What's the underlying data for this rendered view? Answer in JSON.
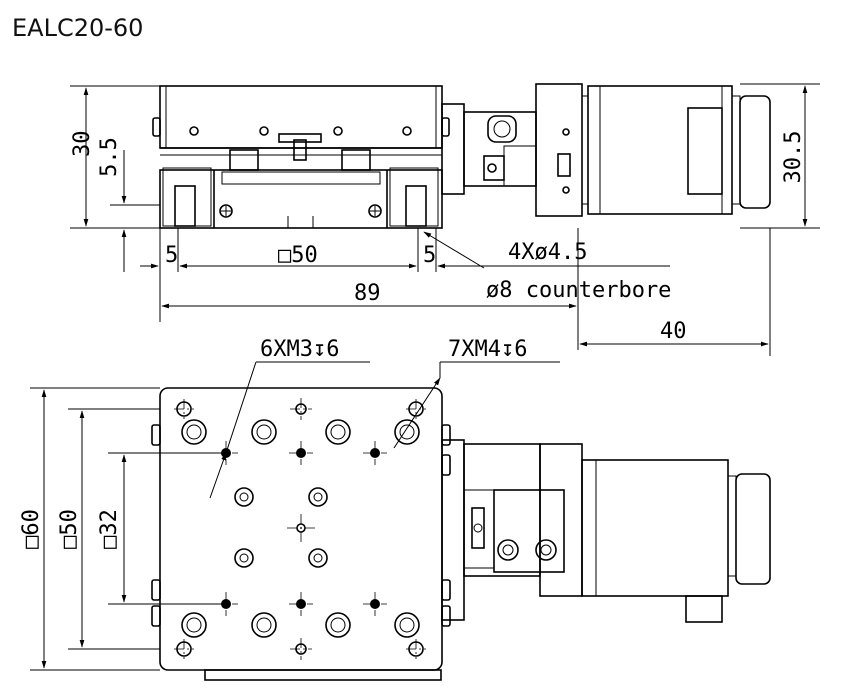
{
  "drawing": {
    "title": "EALC20-60",
    "front_view": {
      "dim_height": "30",
      "dim_carriage": "5.5",
      "dim_motor_height": "30.5",
      "dim_left_offset": "5",
      "dim_width": "□50",
      "dim_right_offset": "5",
      "dim_holes": "4Xø4.5",
      "dim_counterbore": "ø8 counterbore",
      "dim_length": "89",
      "dim_motor_length": "40"
    },
    "top_view": {
      "callout_m3": "6XM3↧6",
      "callout_m4": "7XM4↧6",
      "dim_table": "□60",
      "dim_mid": "□50",
      "dim_inner": "□32"
    }
  }
}
